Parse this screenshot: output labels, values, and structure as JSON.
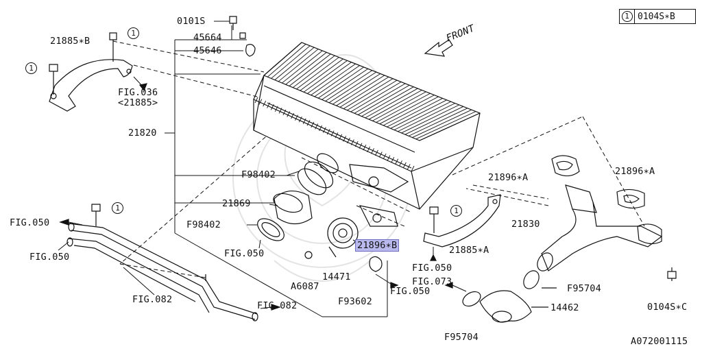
{
  "legend": {
    "ring": "1",
    "code": "0104S∗B"
  },
  "front_label": "FRONT",
  "ring_text": "1",
  "diagram_id": "A072001115",
  "labels": {
    "p0101s": "0101S",
    "p45664": "45664",
    "p45646": "45646",
    "p21885b": "21885∗B",
    "fig036": "FIG.036",
    "fig036sub": "<21885>",
    "p21820": "21820",
    "pF98402a": "F98402",
    "p21869": "21869",
    "pF98402b": "F98402",
    "fig050a": "FIG.050",
    "fig050b": "FIG.050",
    "fig050c": "FIG.050",
    "fig050d": "FIG.050",
    "fig050e": "FIG.050",
    "pA6087": "A6087",
    "p14471": "14471",
    "p21896b": "21896∗B",
    "pF93602": "F93602",
    "fig073": "FIG.073",
    "fig082a": "FIG.082",
    "fig082b": "FIG.082",
    "p21885a": "21885∗A",
    "p21896a1": "21896∗A",
    "p21896a2": "21896∗A",
    "p21830": "21830",
    "pF95704a": "F95704",
    "pF95704b": "F95704",
    "p14462": "14462",
    "p0104sc": "0104S∗C"
  }
}
